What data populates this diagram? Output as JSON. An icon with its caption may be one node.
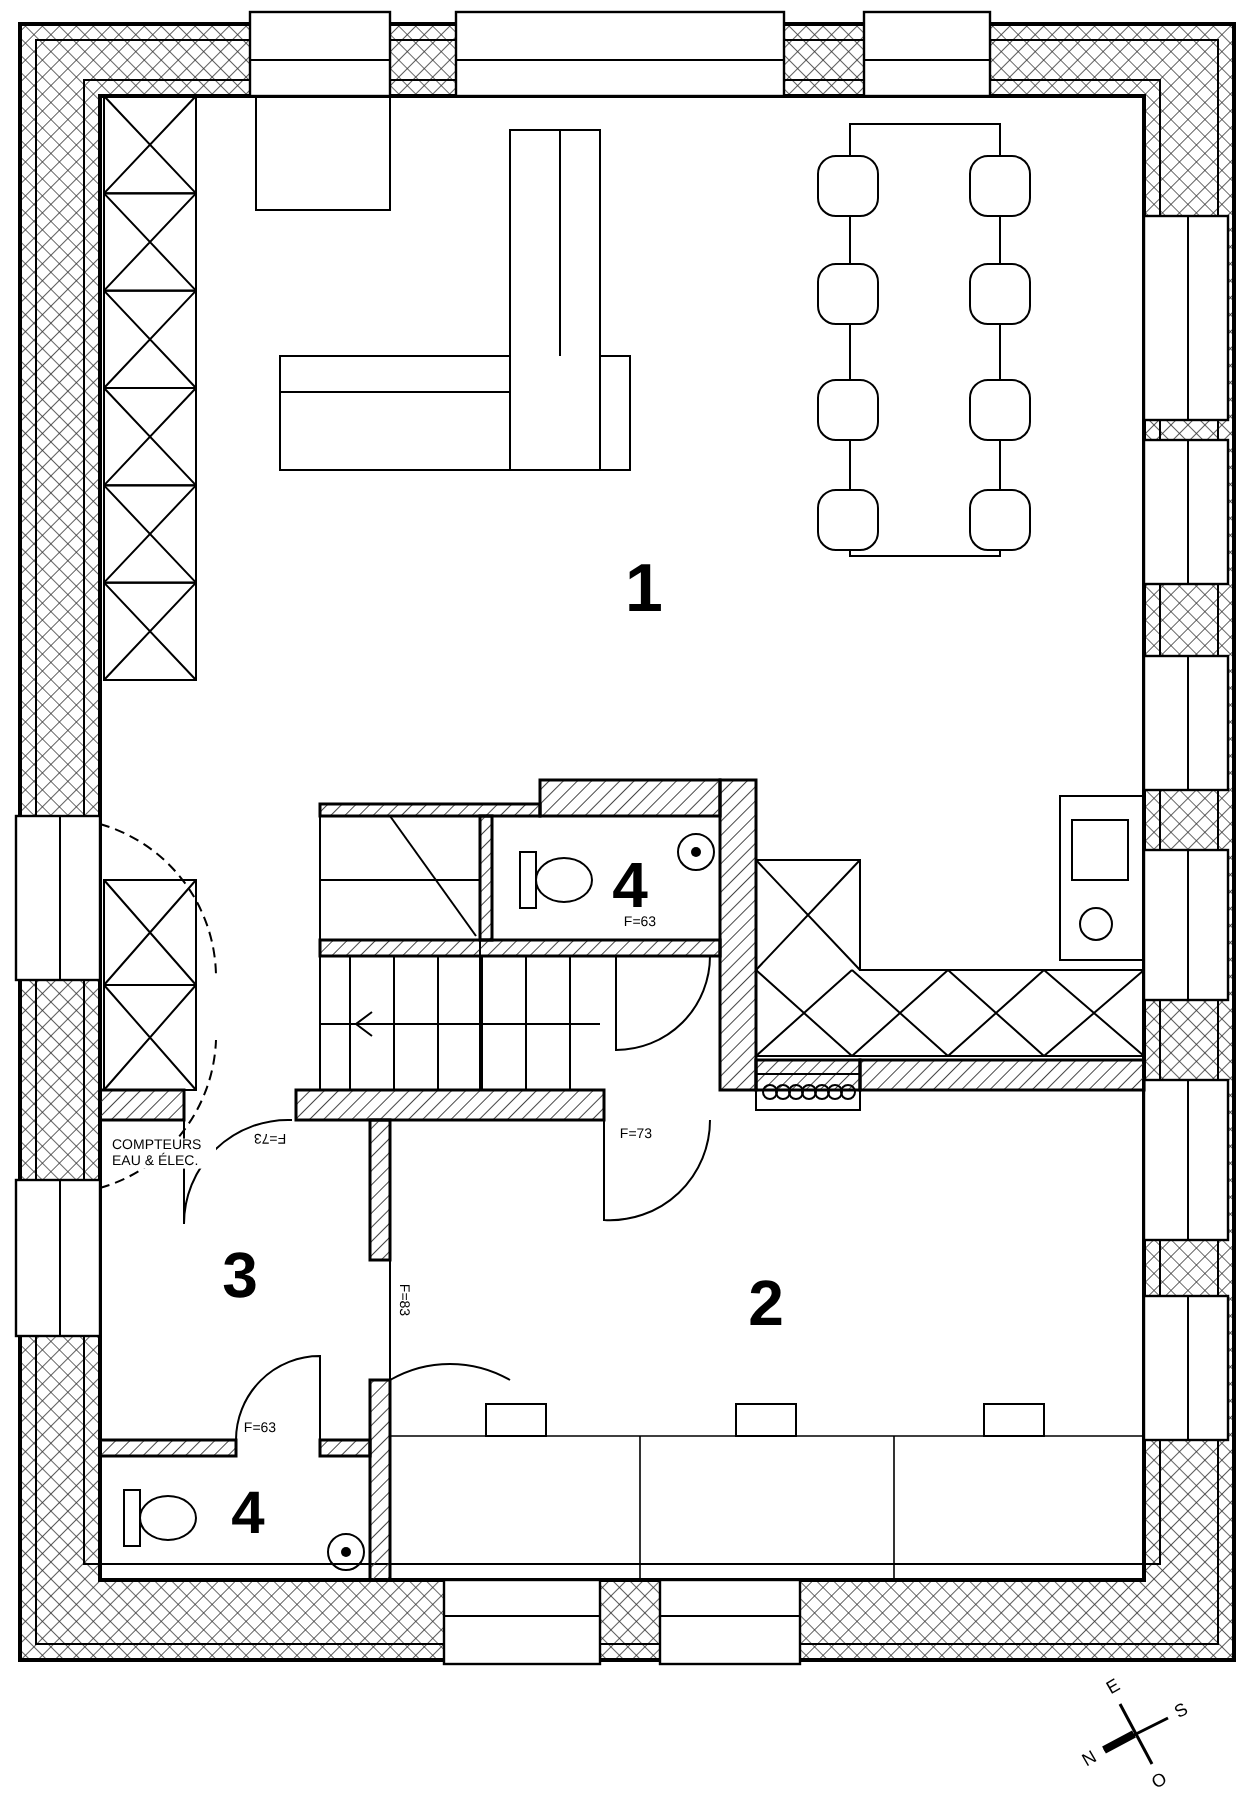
{
  "diagram": {
    "labels": [
      "1",
      "4",
      "F=63",
      "F=73",
      "COMPTEURS EAU & ÉLEC.",
      "F=73",
      "3",
      "F=83",
      "2",
      "F=63",
      "4",
      "E",
      "S",
      "N",
      "O"
    ]
  }
}
